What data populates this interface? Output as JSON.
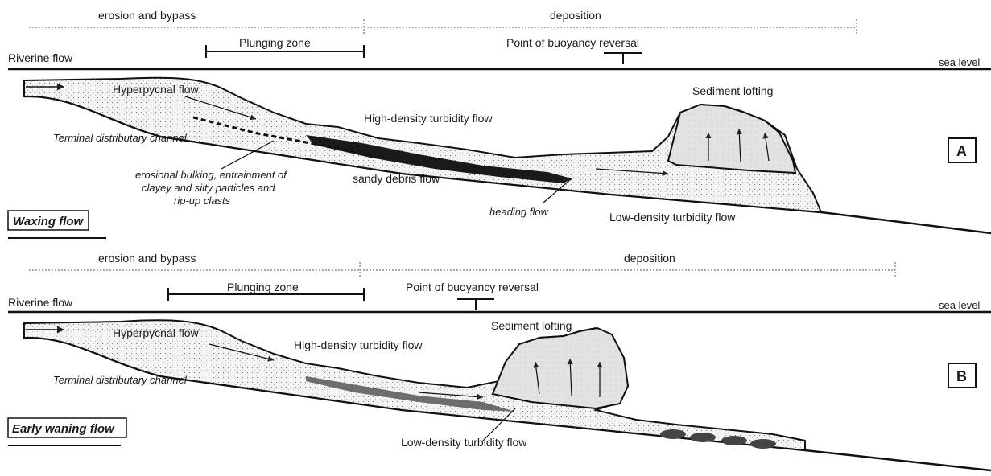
{
  "panel_a": {
    "top_left_label": "erosion and bypass",
    "top_right_label": "deposition",
    "plunging_zone": "Plunging zone",
    "buoyancy_reversal": "Point of buoyancy reversal",
    "riverine_flow": "Riverine flow",
    "sea_level": "sea level",
    "hyperpycnal_flow": "Hyperpycnal flow",
    "terminal_channel": "Terminal distributary channel",
    "high_density": "High-density turbidity flow",
    "sediment_lofting": "Sediment lofting",
    "erosional_line1": "erosional bulking, entrainment of",
    "erosional_line2": "clayey and silty particles and",
    "erosional_line3": "rip-up clasts",
    "sandy_debris": "sandy debris flow",
    "heading_flow": "heading flow",
    "low_density": "Low-density turbidity flow",
    "box_letter": "A",
    "flow_mode": "Waxing flow"
  },
  "panel_b": {
    "top_left_label": "erosion and bypass",
    "top_right_label": "deposition",
    "plunging_zone": "Plunging zone",
    "buoyancy_reversal": "Point of buoyancy reversal",
    "riverine_flow": "Riverine flow",
    "sea_level": "sea level",
    "hyperpycnal_flow": "Hyperpycnal flow",
    "terminal_channel": "Terminal distributary channel",
    "high_density": "High-density turbidity flow",
    "sediment_lofting": "Sediment lofting",
    "low_density": "Low-density turbidity flow",
    "box_letter": "B",
    "flow_mode": "Early waning flow"
  }
}
